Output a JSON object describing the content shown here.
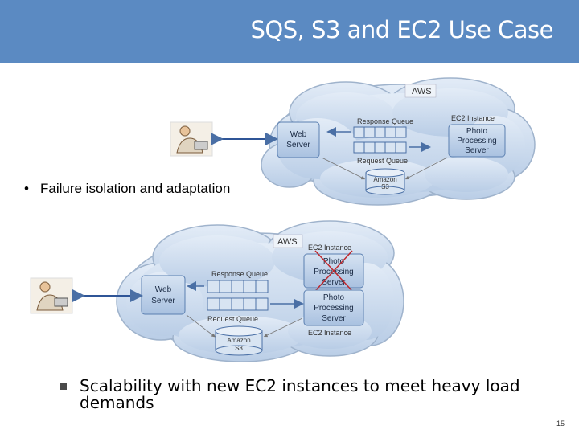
{
  "slide": {
    "title": "SQS, S3 and EC2 Use Case",
    "bullet1": "Failure isolation and adaptation",
    "bullet2": "Scalability with new EC2 instances to meet heavy load demands",
    "page_number": "15"
  },
  "diagram_top": {
    "cloud_label": "AWS",
    "web_server": [
      "Web",
      "Server"
    ],
    "response_queue": "Response Queue",
    "request_queue": "Request Queue",
    "ec2_label": "EC2 Instance",
    "photo_server": [
      "Photo",
      "Processing",
      "Server"
    ],
    "s3": [
      "Amazon",
      "S3"
    ]
  },
  "diagram_bottom": {
    "cloud_label": "AWS",
    "web_server": [
      "Web",
      "Server"
    ],
    "response_queue": "Response Queue",
    "request_queue": "Request Queue",
    "ec2_label_top": "EC2 Instance",
    "ec2_label_bottom": "EC2 Instance",
    "photo_server_failed": [
      "Photo",
      "Processing",
      "Server"
    ],
    "photo_server": [
      "Photo",
      "Processing",
      "Server"
    ],
    "s3": [
      "Amazon",
      "S3"
    ]
  },
  "colors": {
    "header": "#5b8ac2",
    "cloud_fill": "#c9d9ec",
    "box_fill": "#b8cce4",
    "box_border": "#5a7fb0",
    "failure_cross": "#c0282d"
  }
}
